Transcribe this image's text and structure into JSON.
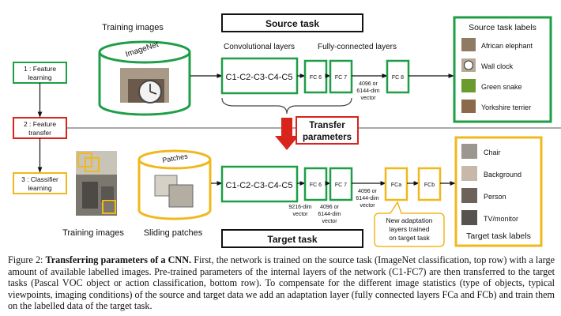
{
  "source_task": {
    "title": "Source task",
    "training_images_label": "Training images",
    "db_label": "ImageNet",
    "conv_header": "Convolutional layers",
    "fc_header": "Fully-connected layers",
    "conv_block": "C1-C2-C3-C4-C5",
    "fc6": "FC 6",
    "fc7": "FC 7",
    "fc8": "FC 8",
    "vector_note": [
      "4096 or",
      "6144-dim",
      "vector"
    ],
    "labels_title": "Source task labels",
    "labels": [
      "African elephant",
      "Wall clock",
      "Green snake",
      "Yorkshire terrier"
    ]
  },
  "steps": [
    {
      "num": "1 : Feature",
      "text": "learning"
    },
    {
      "num": "2 : Feature",
      "text": "transfer"
    },
    {
      "num": "3 : Classifier",
      "text": "learning"
    }
  ],
  "transfer": {
    "line1": "Transfer",
    "line2": "parameters"
  },
  "target_task": {
    "title": "Target task",
    "training_images_label": "Training images",
    "patches_label": "Sliding patches",
    "db_label": "Patches",
    "conv_block": "C1-C2-C3-C4-C5",
    "fc6": "FC 6",
    "fc7": "FC 7",
    "fca": "FCa",
    "fcb": "FCb",
    "vec_9216": [
      "9216-dim",
      "vector"
    ],
    "vec_fc7": [
      "4096 or",
      "6144-dim",
      "vector"
    ],
    "vec_fca": [
      "4096 or",
      "6144-dim",
      "vector"
    ],
    "adaptation_note": [
      "New adaptation",
      "layers trained",
      "on target task"
    ],
    "labels_title": "Target task labels",
    "labels": [
      "Chair",
      "Background",
      "Person",
      "TV/monitor"
    ]
  },
  "colors": {
    "green": "#1e9e46",
    "red": "#d8241b",
    "yellow": "#f0b81c"
  },
  "caption": {
    "figure_label": "Figure 2:",
    "bold_title": "Transferring parameters of a CNN.",
    "body": "First, the network is trained on the source task (ImageNet classification, top row) with a large amount of available labelled images. Pre-trained parameters of the internal layers of the network (C1-FC7) are then transferred to the target tasks (Pascal VOC object or action classification, bottom row). To compensate for the different image statistics (type of objects, typical viewpoints, imaging conditions) of the source and target data we add an adaptation layer (fully connected layers FCa and FCb) and train them on the labelled data of the target task."
  }
}
